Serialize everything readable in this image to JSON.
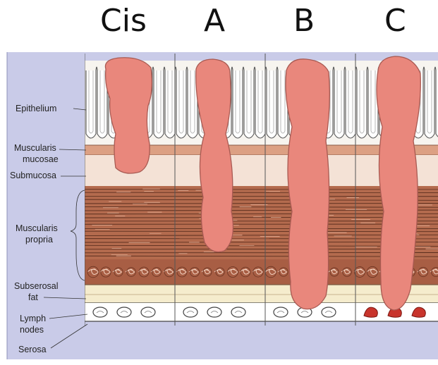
{
  "stages": [
    {
      "label": "Cis"
    },
    {
      "label": "A"
    },
    {
      "label": "B"
    },
    {
      "label": "C"
    }
  ],
  "layers": {
    "epithelium": "Epithelium",
    "muscularis_mucosae_1": "Muscularis",
    "muscularis_mucosae_2": "mucosae",
    "submucosa": "Submucosa",
    "muscularis_propria_1": "Muscularis",
    "muscularis_propria_2": "propria",
    "subserosal_fat_1": "Subserosal",
    "subserosal_fat_2": "fat",
    "lymph_nodes_1": "Lymph",
    "lymph_nodes_2": "nodes",
    "serosa": "Serosa"
  },
  "colors": {
    "background": "#c9cbe8",
    "tumor": "#e9877c",
    "tumor_stroke": "#a85a52",
    "muscle": "#b46b4e",
    "submucosa": "#f4e2d6",
    "mucosa_band": "#dca083",
    "fat": "#f5eccd",
    "node_positive": "#c8342c"
  }
}
